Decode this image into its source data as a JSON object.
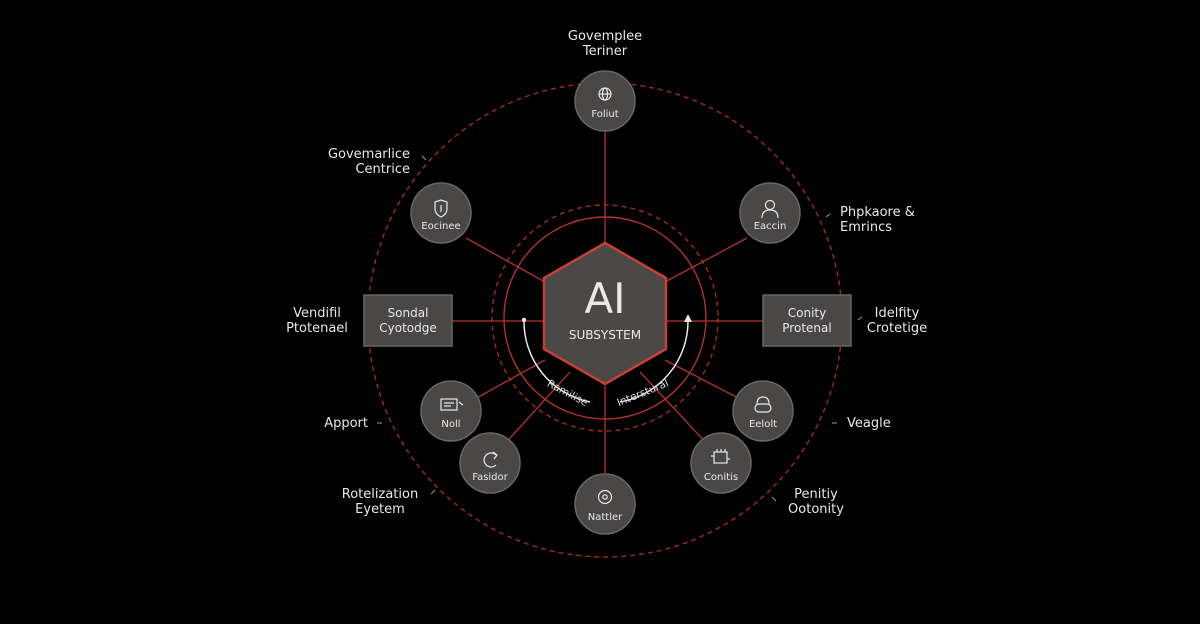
{
  "core": {
    "title": "AI",
    "subtitle": "SUBSYSTEM",
    "arc_label_left": "Ramilise",
    "arc_label_right": "Interstural"
  },
  "nodes": [
    {
      "id": "top",
      "label": "Foliut",
      "icon": "globe-icon"
    },
    {
      "id": "upper-left",
      "label": "Eocinee",
      "icon": "shield-icon"
    },
    {
      "id": "upper-right",
      "label": "Eaccin",
      "icon": "person-icon"
    },
    {
      "id": "left-box",
      "label_line1": "Sondal",
      "label_line2": "Cyotodge"
    },
    {
      "id": "right-box",
      "label_line1": "Conity",
      "label_line2": "Protenal"
    },
    {
      "id": "lower-left",
      "label": "Noll",
      "icon": "document-icon"
    },
    {
      "id": "lower-left-2",
      "label": "Fasidor",
      "icon": "refresh-icon"
    },
    {
      "id": "bottom",
      "label": "Nattler",
      "icon": "gear-icon"
    },
    {
      "id": "lower-right-2",
      "label": "Conitis",
      "icon": "chip-icon"
    },
    {
      "id": "lower-right",
      "label": "Eelolt",
      "icon": "lock-icon"
    }
  ],
  "labels": {
    "top": {
      "line1": "Govemplee",
      "line2": "Teriner"
    },
    "upper_left": {
      "line1": "Govemarlice",
      "line2": "Centrice"
    },
    "upper_right": {
      "line1": "Phpkaore &",
      "line2": "Emrincs"
    },
    "mid_left": {
      "line1": "Vendifil",
      "line2": "Ptotenael"
    },
    "mid_right": {
      "line1": "Idelfity",
      "line2": "Crotetige"
    },
    "lower_left": {
      "line1": "Apport"
    },
    "lower_right": {
      "line1": "Veagle"
    },
    "bottom_left": {
      "line1": "Rotelization",
      "line2": "Eyetem"
    },
    "bottom_right": {
      "line1": "Penitiy",
      "line2": "Ootonity"
    }
  },
  "colors": {
    "background": "#000000",
    "accent_red": "#b3322a",
    "node_fill": "#4a4747",
    "node_stroke": "#6a6565",
    "text": "#e8e8e8"
  }
}
